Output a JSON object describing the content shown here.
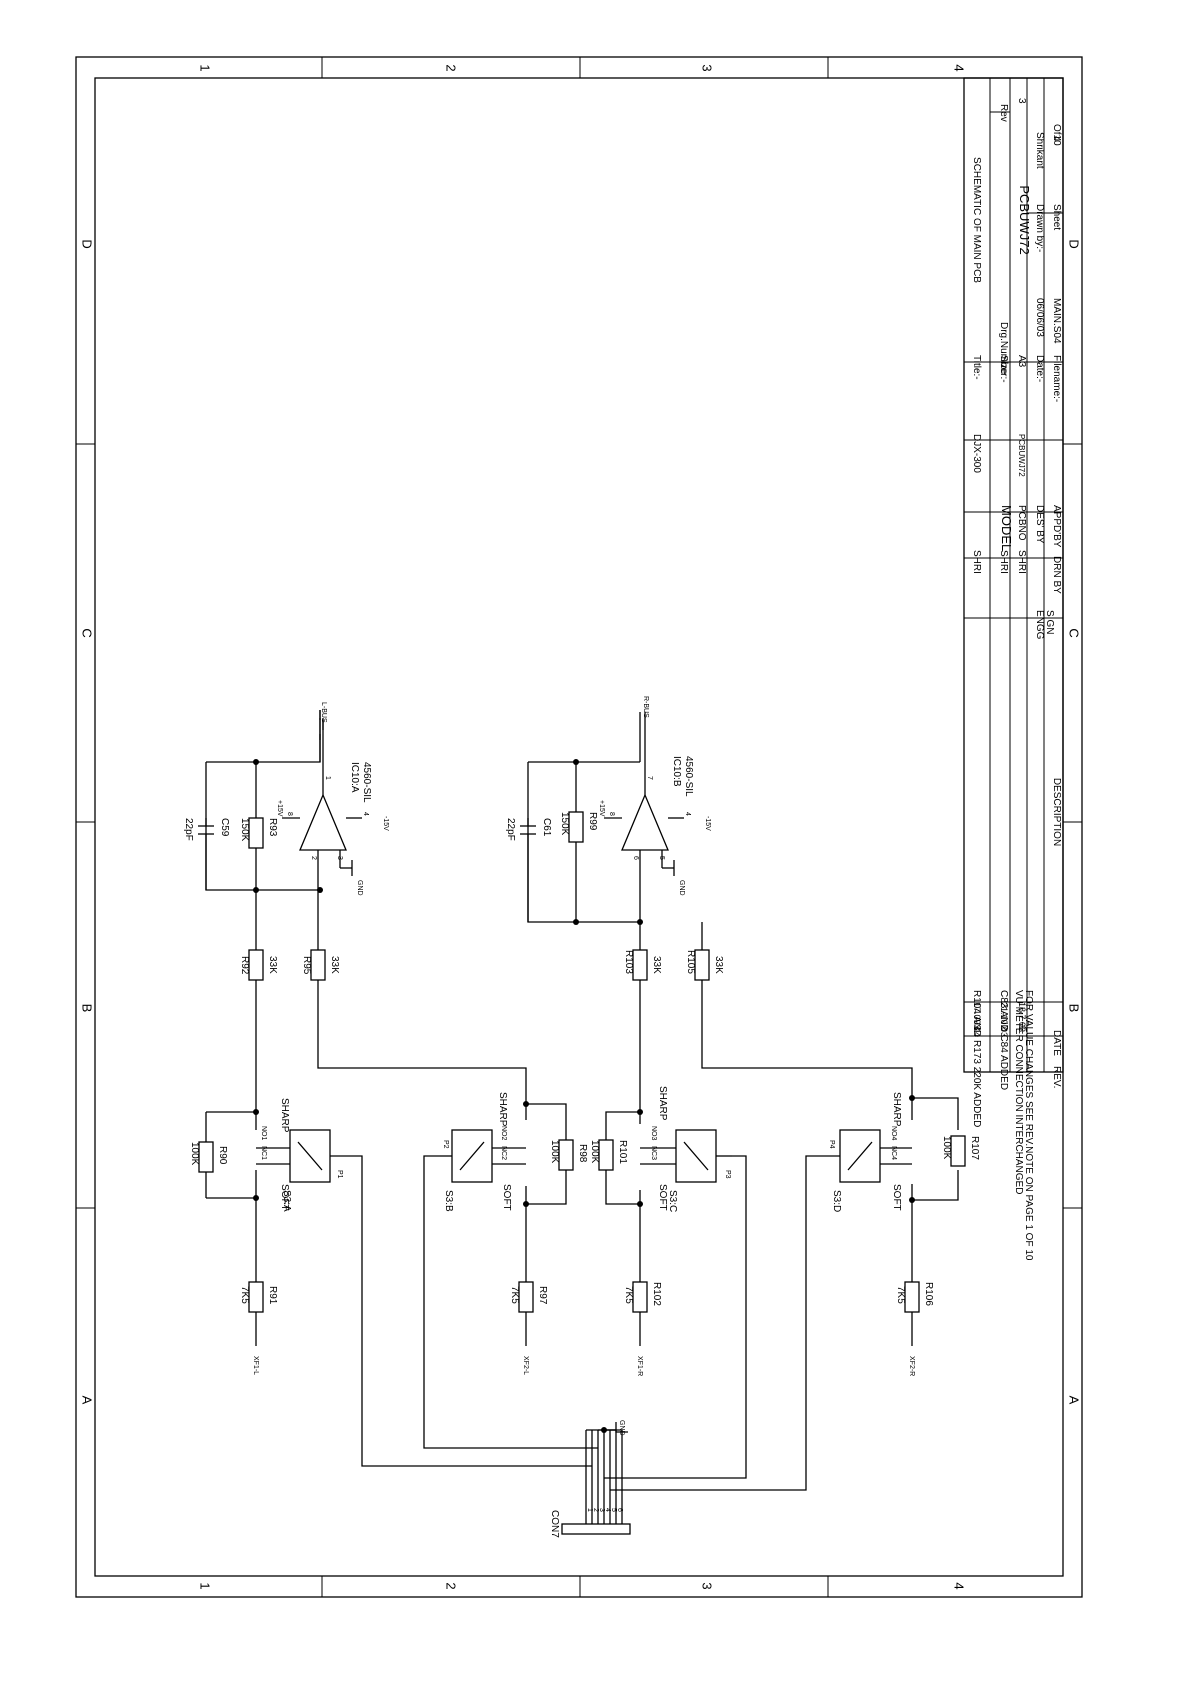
{
  "border": {
    "cols": [
      "1",
      "2",
      "3",
      "4"
    ],
    "rows": [
      "D",
      "C",
      "B",
      "A"
    ]
  },
  "title_block": {
    "title_label": "Title:-",
    "title": "SCHEMATIC OF MAIN PCB",
    "size_label": "Size",
    "size": "A3",
    "drg_label": "Drg.Number:-",
    "drg_number": "PCBUWJ72",
    "rev_label": "Rev",
    "rev": "3",
    "date_label": "Date:-",
    "date": "06/06/03",
    "filename_label": "Filename:-",
    "filename": "MAIN.S04",
    "drawn_label": "Drawn by:-",
    "drawn_by": "Shrikant",
    "sheet_label": "Sheet",
    "sheet": "4",
    "sheet_of": "Of10",
    "model_label": "MODEL",
    "model": "DJX-300",
    "pcbno_label": "PCBNO",
    "pcbno": "PCBUWJ72",
    "desby_label": "DES' BY",
    "appdby_label": "APPD'BY",
    "drnby_label": "DRN BY",
    "engg_label": "ENGG",
    "sign_label": "SIGN",
    "shri_1": "SHRI",
    "shri_2": "SHRI",
    "shri_3": "SHRI",
    "rev_header": "REV.",
    "date_header": "DATE",
    "desc_header": "DESCRIPTION",
    "revisions": [
      {
        "rev": "3",
        "date": "17.09.04",
        "desc": "R104 AND R173 220K ADDED",
        "desc2": ""
      },
      {
        "rev": "2",
        "date": "21.10.03",
        "desc": "C83 AND C84 ADDED",
        "desc2": ""
      },
      {
        "rev": "1",
        "date": "18.7.03",
        "desc": "VU METER CONNECTION INTERCHANGED",
        "desc2": "FOR VALUE CHANGES SEE REV.NOTE ON PAGE 1 OF 10"
      }
    ]
  },
  "schematic": {
    "opamp_a": {
      "name": "IC10:A",
      "part": "4560-SIL",
      "out": "L-BUS",
      "vplus": "+15V",
      "vminus": "-15V",
      "gnd": "GND",
      "p_out": "1",
      "p_inv": "2",
      "p_non": "3",
      "p_vp": "8",
      "p_vm": "4"
    },
    "opamp_b": {
      "name": "IC10:B",
      "part": "4560-SIL",
      "out": "R-BUS",
      "vplus": "+15V",
      "vminus": "-15V",
      "gnd": "GND",
      "p_out": "7",
      "p_inv": "6",
      "p_non": "5",
      "p_vp": "8",
      "p_vm": "4"
    },
    "c59": {
      "ref": "C59",
      "val": "22pF"
    },
    "c61": {
      "ref": "C61",
      "val": "22pF"
    },
    "r93": {
      "ref": "R93",
      "val": "150K"
    },
    "r99": {
      "ref": "R99",
      "val": "150K"
    },
    "r92": {
      "ref": "R92",
      "val": "33K"
    },
    "r95": {
      "ref": "R95",
      "val": "33K"
    },
    "r103": {
      "ref": "R103",
      "val": "33K"
    },
    "r105": {
      "ref": "R105",
      "val": "33K"
    },
    "r90": {
      "ref": "R90",
      "val": "100K"
    },
    "r98": {
      "ref": "R98",
      "val": "100K"
    },
    "r101": {
      "ref": "R101",
      "val": "100K"
    },
    "r107": {
      "ref": "R107",
      "val": "100K"
    },
    "r91": {
      "ref": "R91",
      "val": "7K5"
    },
    "r97": {
      "ref": "R97",
      "val": "7K5"
    },
    "r102": {
      "ref": "R102",
      "val": "7K5"
    },
    "r106": {
      "ref": "R106",
      "val": "7K5"
    },
    "switches": [
      {
        "ref": "S3:A",
        "nc": "NC1",
        "no": "NO1",
        "p": "P1"
      },
      {
        "ref": "S3:B",
        "nc": "NC2",
        "no": "NO2",
        "p": "P2"
      },
      {
        "ref": "S3:C",
        "nc": "NC3",
        "no": "NO3",
        "p": "P3"
      },
      {
        "ref": "S3:D",
        "nc": "NC4",
        "no": "NO4",
        "p": "P4"
      }
    ],
    "sharp": "SHARP",
    "soft": "SOFT",
    "inputs": [
      "XF1-L",
      "XF2-L",
      "XF1-R",
      "XF2-R"
    ],
    "connector": {
      "ref": "CON7",
      "pins": [
        "1",
        "2",
        "3",
        "4",
        "5",
        "6"
      ],
      "gnd": "GND"
    }
  }
}
